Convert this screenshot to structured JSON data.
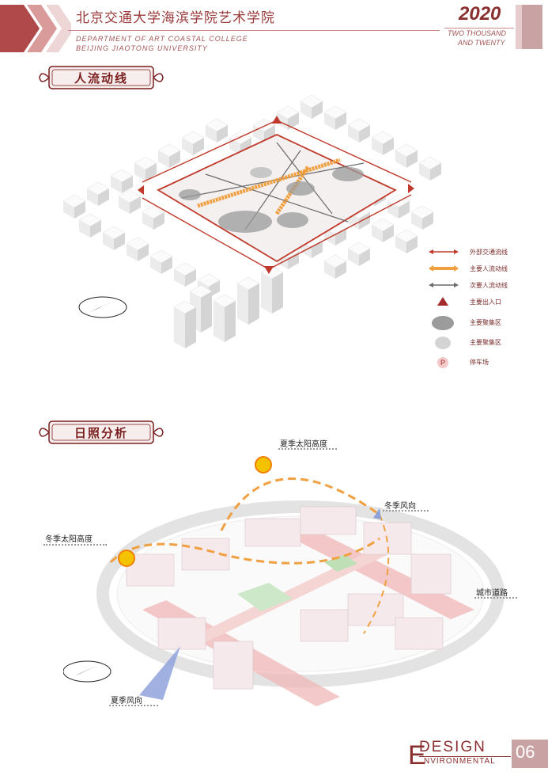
{
  "header": {
    "title_cn": "北京交通大学海滨学院艺术学院",
    "title_en_line1": "DEPARTMENT OF ART COASTAL COLLEGE",
    "title_en_line2": "BEIJING JIAOTONG UNIVERSITY",
    "year": "2020",
    "year_sub_line1": "TWO THOUSAND",
    "year_sub_line2": "AND TWENTY"
  },
  "section1": {
    "badge_label": "人流动线",
    "legend": [
      {
        "label": "外部交通流线",
        "icon": "red-double-arrow-icon"
      },
      {
        "label": "主要人流动线",
        "icon": "orange-double-arrow-icon"
      },
      {
        "label": "次要人流动线",
        "icon": "gray-double-arrow-icon"
      },
      {
        "label": "主要出入口",
        "icon": "red-triangle-icon"
      },
      {
        "label": "主要聚集区",
        "icon": "large-crowd-icon"
      },
      {
        "label": "主要聚集区",
        "icon": "small-crowd-icon"
      },
      {
        "label": "停车场",
        "icon": "parking-icon"
      }
    ],
    "parking_letter": "P"
  },
  "section2": {
    "badge_label": "日照分析",
    "labels": {
      "summer_sun": "夏季太阳高度",
      "winter_wind": "冬季风向",
      "winter_sun": "冬季太阳高度",
      "city_road": "城市道路",
      "summer_wind": "夏季风向"
    }
  },
  "footer": {
    "e_letter": "E",
    "design": "DESIGN",
    "environmental": "NVIRONMENTAL",
    "page": "06"
  },
  "colors": {
    "accent": "#8a2f2f",
    "road": "#e8a3a3",
    "orange": "#f0a040",
    "green": "#cde8c8"
  }
}
